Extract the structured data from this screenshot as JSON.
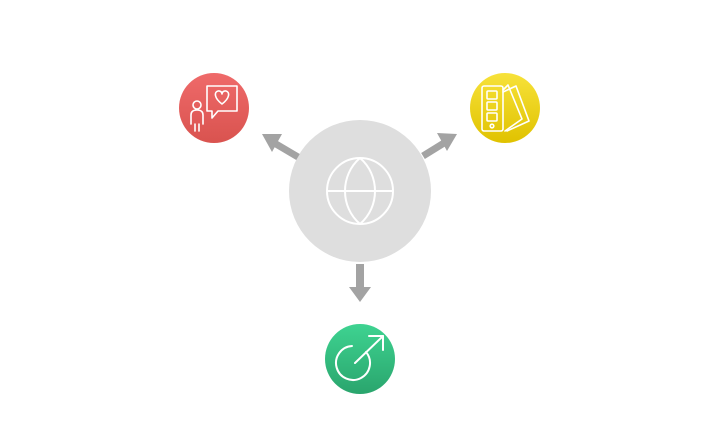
{
  "diagram": {
    "center": {
      "icon": "globe-icon",
      "color": "#dedede"
    },
    "nodes": [
      {
        "id": "customer",
        "icon": "person-speech-heart-icon",
        "color_top": "#ef6a6a",
        "color_bottom": "#d9534f"
      },
      {
        "id": "palette",
        "icon": "color-swatch-palette-icon",
        "color_top": "#f7e23a",
        "color_bottom": "#e0c200"
      },
      {
        "id": "growth",
        "icon": "arrow-out-of-circle-icon",
        "color_top": "#3ed391",
        "color_bottom": "#2aa56d"
      }
    ],
    "connector_color": "#a3a3a3"
  }
}
